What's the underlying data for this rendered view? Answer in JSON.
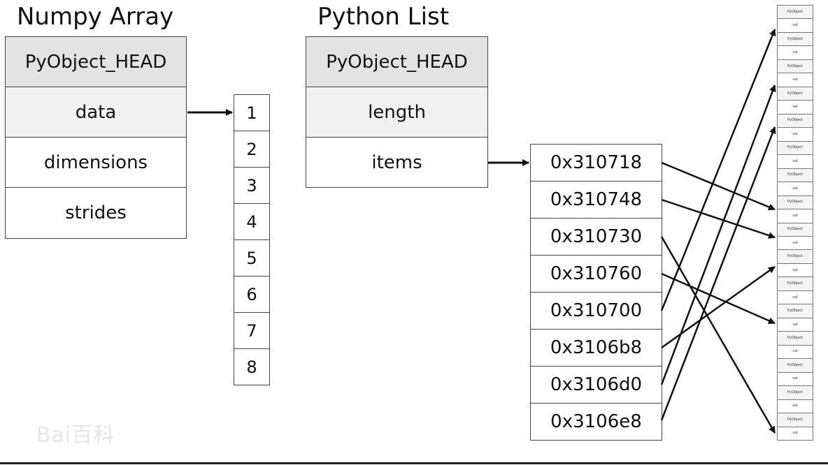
{
  "numpy": {
    "title": "Numpy Array",
    "rows": [
      "PyObject_HEAD",
      "data",
      "dimensions",
      "strides"
    ]
  },
  "data_buffer": [
    "1",
    "2",
    "3",
    "4",
    "5",
    "6",
    "7",
    "8"
  ],
  "pylist": {
    "title": "Python List",
    "rows": [
      "PyObject_HEAD",
      "length",
      "items"
    ]
  },
  "pointers": [
    "0x310718",
    "0x310748",
    "0x310730",
    "0x310760",
    "0x310700",
    "0x3106b8",
    "0x3106d0",
    "0x3106e8"
  ],
  "memory_column": {
    "object_label": "PyObject",
    "value_label": "val"
  },
  "watermark": "Bai百科",
  "colors": {
    "head_fill": "#e3e3e3",
    "border": "#444444",
    "arrow": "#111111"
  }
}
